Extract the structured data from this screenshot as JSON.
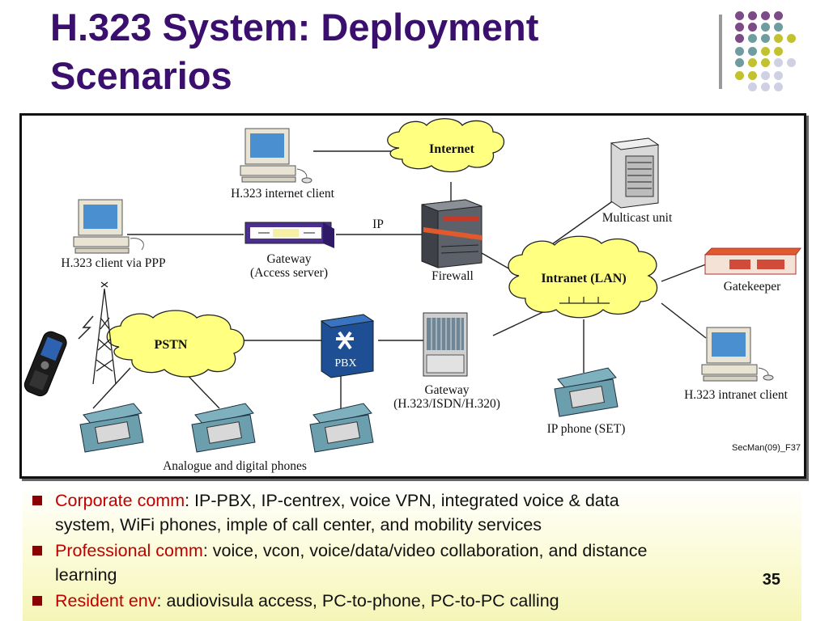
{
  "slide": {
    "title": "H.323 System: Deployment Scenarios",
    "page_number": "35"
  },
  "diagram": {
    "clouds": {
      "internet": "Internet",
      "intranet": "Intranet (LAN)",
      "pstn": "PSTN"
    },
    "labels": {
      "internet_client": "H.323 internet client",
      "ppp_client": "H.323 client via PPP",
      "gateway_access_1": "Gateway",
      "gateway_access_2": "(Access server)",
      "ip": "IP",
      "firewall": "Firewall",
      "multicast": "Multicast unit",
      "gatekeeper": "Gatekeeper",
      "intranet_client": "H.323 intranet client",
      "pbx": "PBX",
      "gateway_isdn_1": "Gateway",
      "gateway_isdn_2": "(H.323/ISDN/H.320)",
      "ip_phone": "IP phone (SET)",
      "phones": "Analogue and digital phones",
      "figure_id": "SecMan(09)_F37"
    }
  },
  "bullets": [
    {
      "highlight": "Corporate comm",
      "text_line1": ": IP-PBX, IP-centrex, voice VPN, integrated voice & data",
      "text_line2": "system, WiFi phones, imple of call center, and mobility services"
    },
    {
      "highlight": "Professional comm",
      "text_line1": ": voice, vcon, voice/data/video collaboration, and distance",
      "text_line2": "learning"
    },
    {
      "highlight": "Resident env",
      "text_line1": ": audiovisula access, PC-to-phone, PC-to-PC calling",
      "text_line2": ""
    }
  ],
  "colors": {
    "title": "#3b0f6e",
    "bullet_highlight": "#c00000",
    "cloud_fill": "#ffff80",
    "dot_purple": "#7b4a87",
    "dot_teal": "#6f9ca0",
    "dot_olive": "#c2c22e",
    "dot_lavender": "#d0d0e4"
  }
}
